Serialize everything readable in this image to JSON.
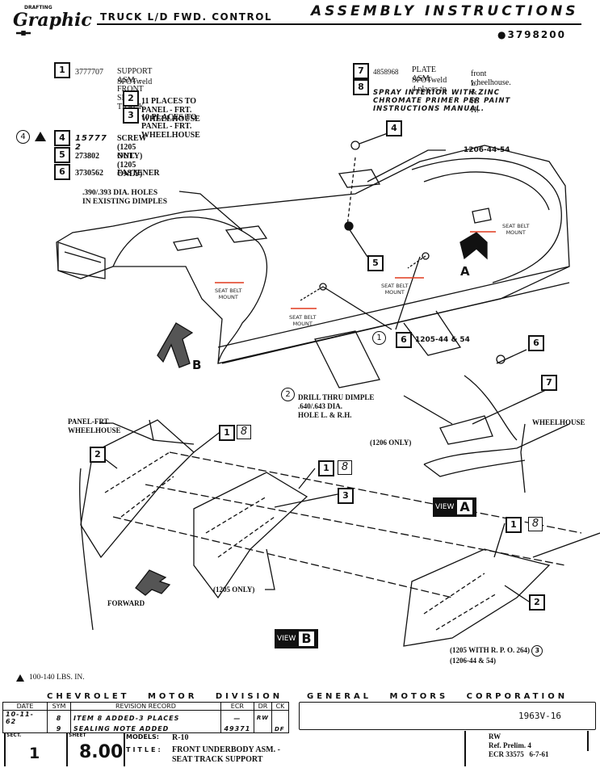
{
  "header": {
    "logo_top": "DRAFTING",
    "logo_script": "Graphic",
    "vehicle": "TRUCK L/D FWD. CONTROL",
    "doc_type": "ASSEMBLY INSTRUCTIONS",
    "part_number": "●3798200"
  },
  "parts": [
    {
      "id": "1",
      "number": "3777707",
      "desc": "SUPPORT ASM. - FRONT SEAT TRACK",
      "sub": "SPOTweld"
    },
    {
      "id": "2",
      "desc": "11 PLACES TO PANEL - FRT. WHEELHOUSE"
    },
    {
      "id": "3",
      "desc": "10 PLACES TO PANEL - FRT. WHEELHOUSE"
    },
    {
      "id": "4",
      "number": "15777 2",
      "desc": "SCREW (1205 ONLY)",
      "callout": "4"
    },
    {
      "id": "5",
      "number": "273802",
      "desc": "NUT (1205 ONLY)"
    },
    {
      "id": "6",
      "number": "3730562",
      "desc": "FASTENER"
    },
    {
      "id": "7",
      "number": "4858968",
      "desc": "PLATE ASM.",
      "sub": "SPOTweld 4 places to",
      "sub2": "front wheelhouse.",
      "sub3": "L. & R. H."
    },
    {
      "id": "8",
      "desc": "SPRAY INTERIOR WITH ZINC CHROMATE PRIMER PER PAINT INSTRUCTIONS MANUAL."
    }
  ],
  "diagram": {
    "label_holes_1": ".390/.393 DIA. HOLES",
    "label_holes_2": "IN EXISTING DIMPLES",
    "label_1206": "1206-44-54",
    "label_1205": "1205-44 & 54",
    "seat_belt": "SEAT BELT",
    "mount": "MOUNT",
    "letter_a": "A",
    "letter_b": "B",
    "drill_1": "DRILL THRU DIMPLE",
    "drill_2": ".640/.643 DIA.",
    "drill_3": "HOLE L. & R.H.",
    "only_1206": "(1206 ONLY)",
    "wheelhouse": "WHEELHOUSE",
    "panel_1": "PANEL-FRT.",
    "panel_2": "WHEELHOUSE",
    "only_1205": "(1205 ONLY)",
    "forward": "FORWARD",
    "view": "VIEW",
    "rpo_1": "(1205 WITH R. P. O. 264)",
    "rpo_2": "(1206-44 & 54)",
    "circle_1": "1",
    "circle_2": "2",
    "circle_3": "3",
    "box_1": "1",
    "box_2": "2",
    "box_3": "3",
    "box_4": "4",
    "box_5": "5",
    "box_6": "6",
    "box_7": "7",
    "box_8": "8"
  },
  "torque_note": "100-140 LBS. IN.",
  "title_block": {
    "division": "CHEVROLET   MOTOR   DIVISION",
    "corporation": "GENERAL   MOTORS   CORPORATION",
    "rev_headers": [
      "DATE",
      "SYM",
      "REVISION RECORD",
      "ECR",
      "DR",
      "CK"
    ],
    "revisions": [
      {
        "date": "10-11-62",
        "sym": "8",
        "record": "ITEM 8 ADDED-3 PLACES",
        "ecr": "—",
        "dr": "RW",
        "ck": ""
      },
      {
        "date": "",
        "sym": "9",
        "record": "SEALING NOTE ADDED",
        "ecr": "49371",
        "dr": "",
        "ck": "DF"
      }
    ],
    "doc_code": "1963V-16",
    "sect_label": "SECT.",
    "sect_value": "1",
    "sheet_label": "SHEET",
    "sheet_value": "8.00",
    "models_label": "MODELS:",
    "models_value": "R-10",
    "title_label": "TITLE:",
    "title_line1": "FRONT UNDERBODY ASM. -",
    "title_line2": "SEAT TRACK SUPPORT",
    "drawn_by": "RW",
    "ref": "Ref. Prelim. 4",
    "ecr": "ECR 33575",
    "ecr_date": "6-7-61"
  },
  "colors": {
    "ink": "#111111",
    "seat_belt_marker": "#e03a1e",
    "paper": "#ffffff"
  }
}
